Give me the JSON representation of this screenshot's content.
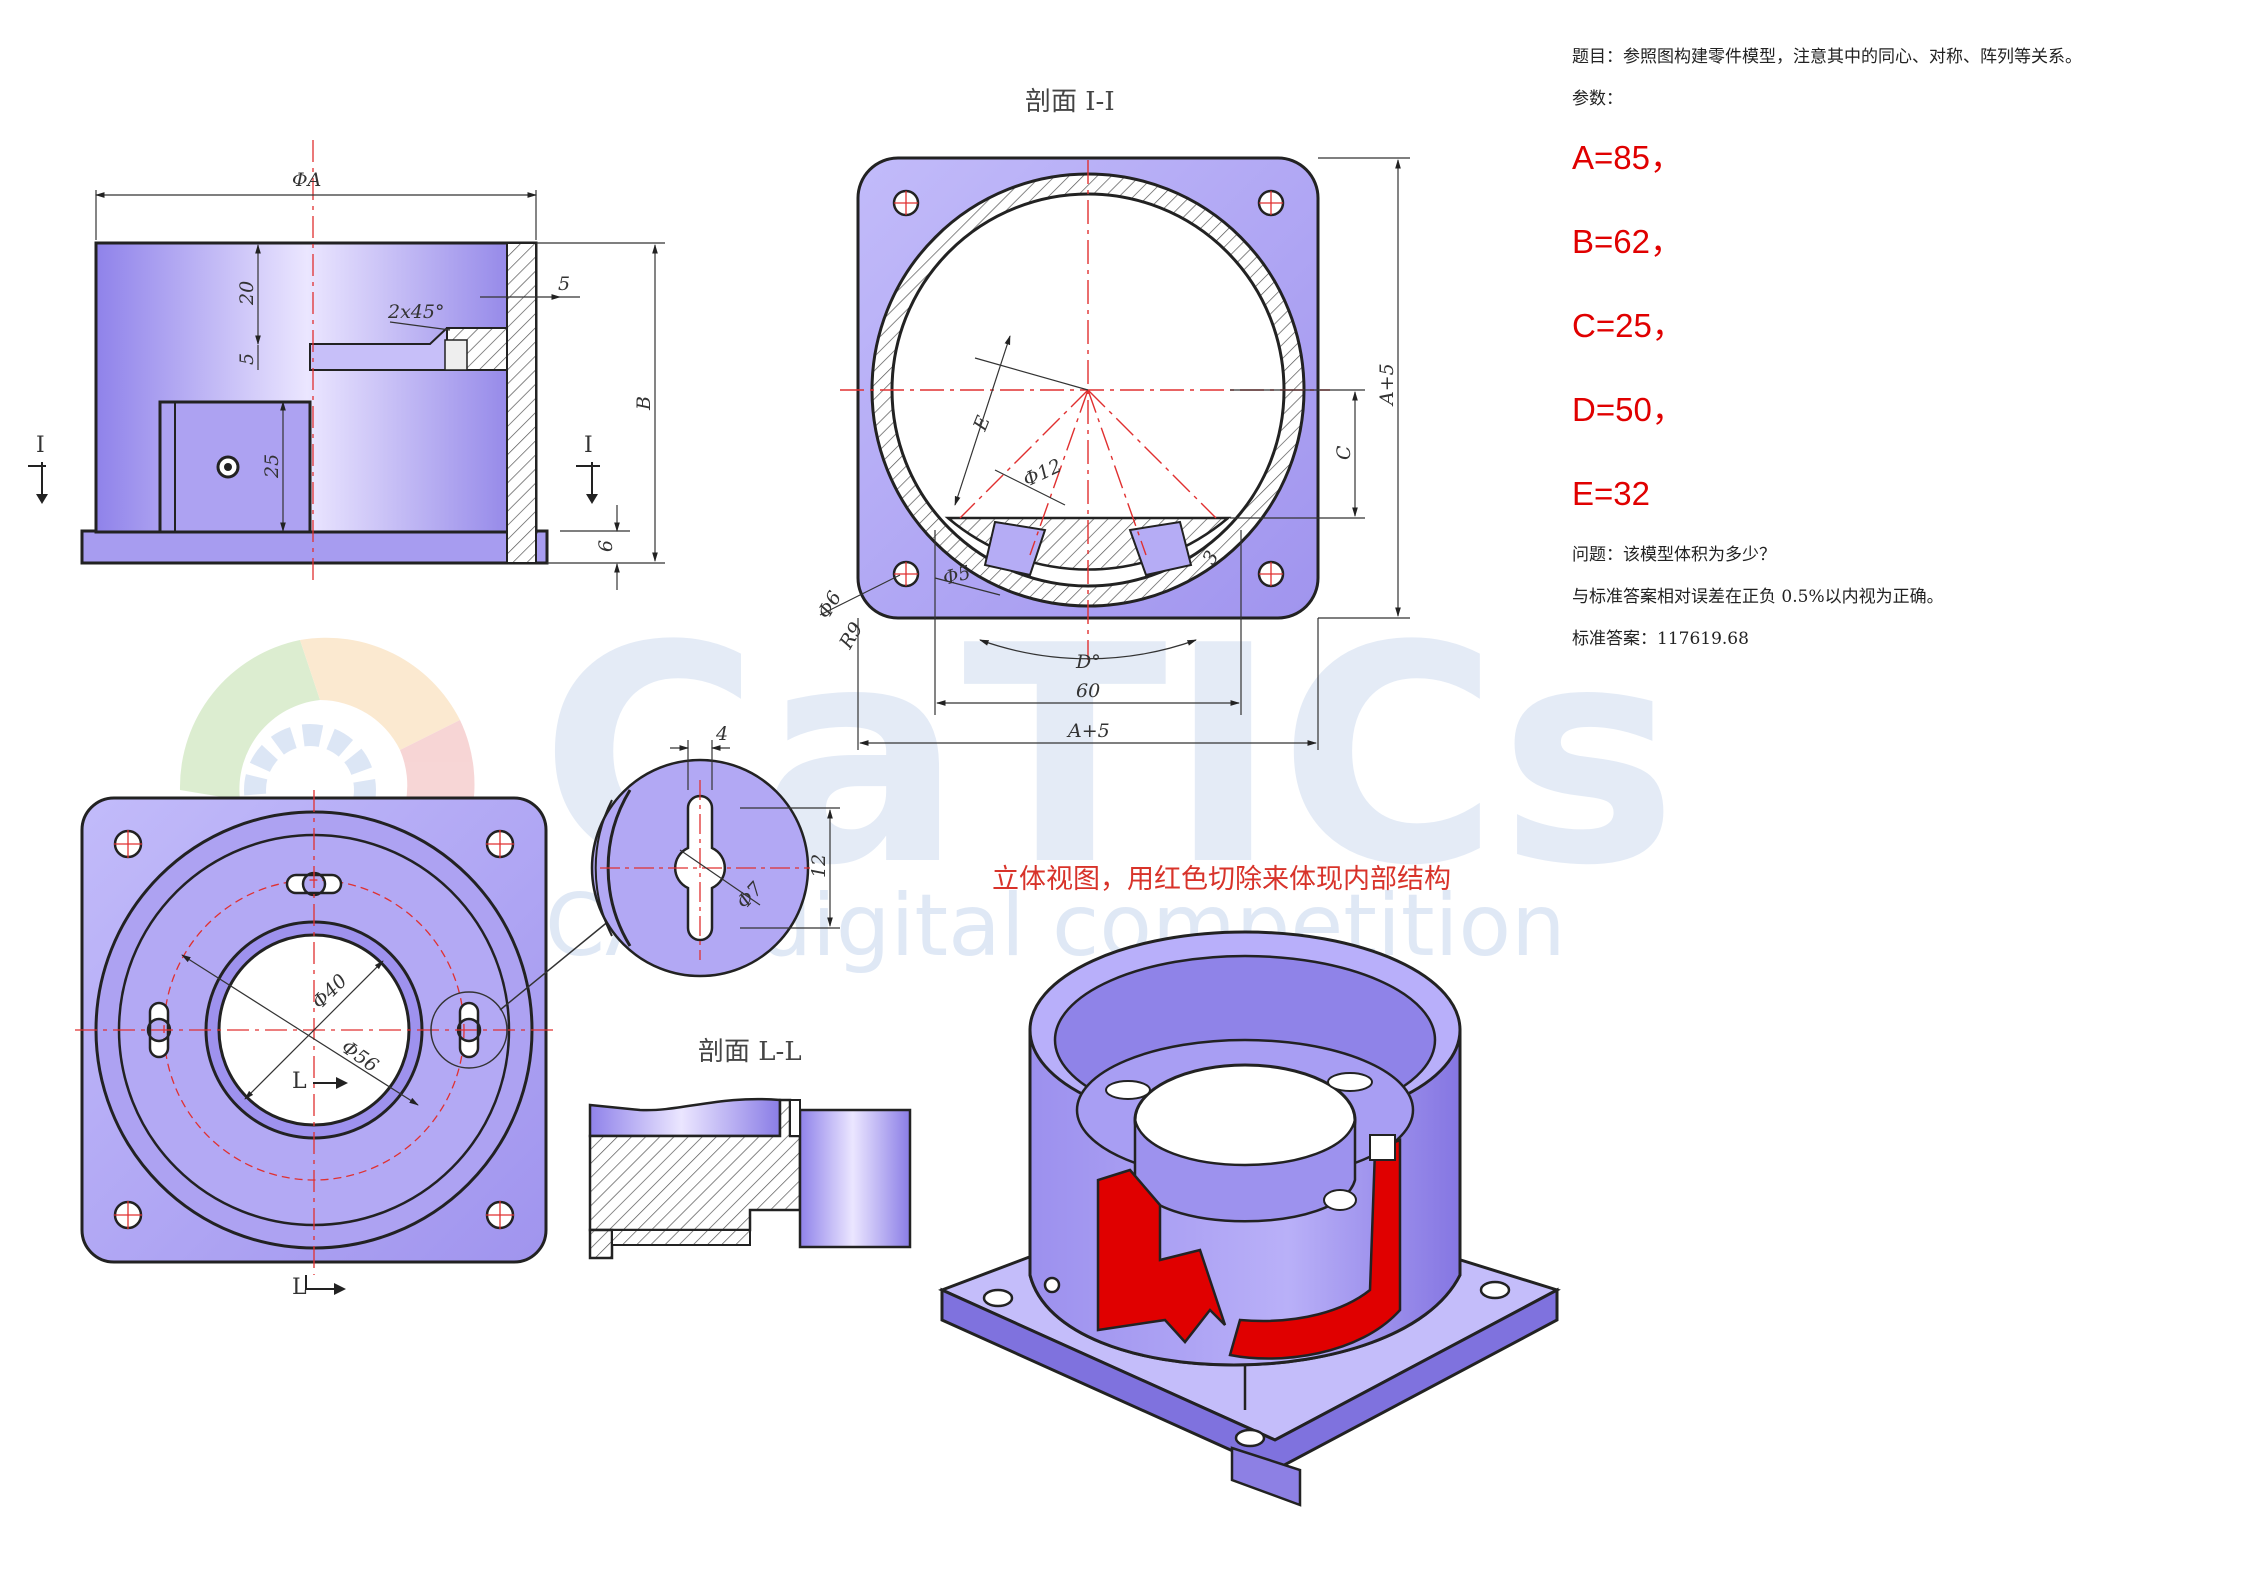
{
  "info": {
    "task": "题目：参照图构建零件模型，注意其中的同心、对称、阵列等关系。",
    "params_label": "参数：",
    "params": [
      "A=85，",
      "B=62，",
      "C=25，",
      "D=50，",
      "E=32"
    ],
    "question": "问题：该模型体积为多少？",
    "tolerance": "与标准答案相对误差在正负 0.5%以内视为正确。",
    "answer": "标准答案：117619.68"
  },
  "watermark": {
    "brand": "CaTICs",
    "subtitle": "CAD digital competition"
  },
  "front_view": {
    "dims": {
      "phiA": "ΦA",
      "d20": "20",
      "d5a": "5",
      "d5b": "5",
      "chamfer": "2x45°",
      "d25": "25",
      "dB": "B",
      "d6": "6"
    },
    "section_mark": "I"
  },
  "section_i": {
    "title": "剖面 I-I",
    "dims": {
      "E": "E",
      "phi12": "Φ12",
      "C": "C",
      "A5_right": "A+5",
      "phi6": "Φ6",
      "R9": "R9",
      "phi5": "Φ5",
      "d3": "3",
      "D": "D°",
      "d60": "60",
      "A5_bottom": "A+5"
    }
  },
  "bottom_view": {
    "dims": {
      "phi40": "Φ40",
      "phi56": "Φ56"
    },
    "section_mark": "L"
  },
  "detail": {
    "dims": {
      "d4": "4",
      "d12": "12",
      "phi7": "Φ7"
    }
  },
  "section_l": {
    "title": "剖面 L-L"
  },
  "iso_view": {
    "caption": "立体视图，用红色切除来体现内部结构"
  },
  "colors": {
    "part": "#a9a1f2",
    "part_dark": "#6f62d8",
    "cut": "#e00000",
    "center": "#e03030"
  }
}
